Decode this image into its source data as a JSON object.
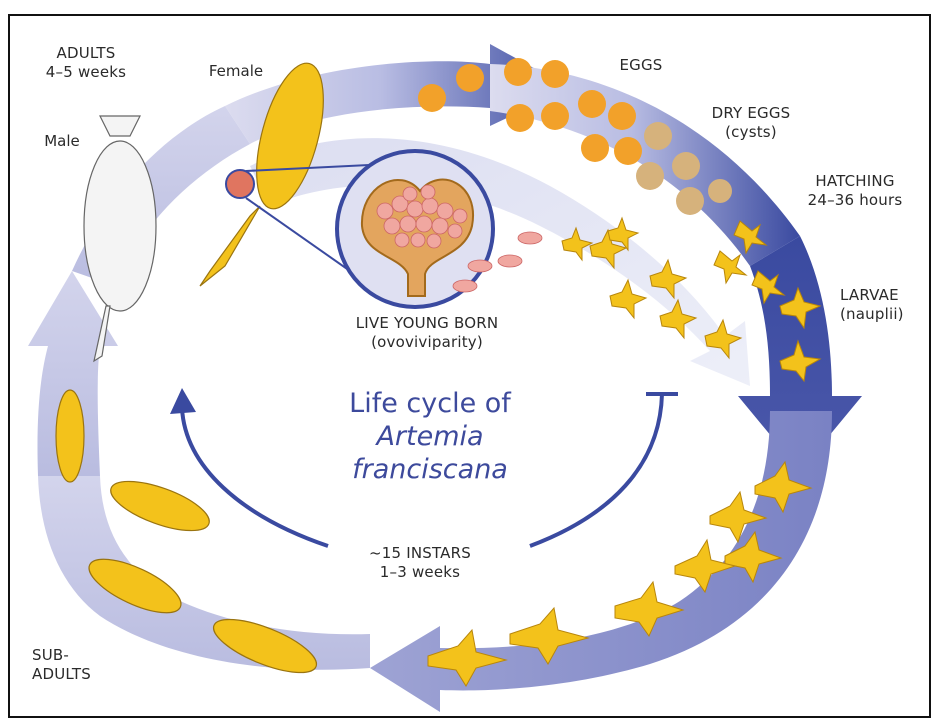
{
  "labels": {
    "adults": {
      "title": "ADULTS",
      "duration": "4–5 weeks"
    },
    "female": "Female",
    "male": "Male",
    "eggs": "EGGS",
    "dry_eggs": {
      "title": "DRY EGGS",
      "subtitle": "(cysts)"
    },
    "hatching": {
      "title": "HATCHING",
      "duration": "24–36 hours"
    },
    "larvae": {
      "title": "LARVAE",
      "subtitle": "(nauplii)"
    },
    "live_young": {
      "title": "LIVE YOUNG BORN",
      "subtitle": "(ovoviviparity)"
    },
    "instars": {
      "title": "~15 INSTARS",
      "duration": "1–3 weeks"
    },
    "sub_adults": {
      "line1": "SUB-",
      "line2": "ADULTS"
    }
  },
  "center_title": {
    "line1": "Life cycle of",
    "line2": "Artemia",
    "line3": "franciscana"
  },
  "colors": {
    "arrow_dark": "#3a4aa0",
    "arrow_light": "#c9c9e6",
    "animal_fill": "#f3c21b",
    "egg_orange": "#f2a12a",
    "egg_dry": "#d6b27c",
    "cluster_pink": "#f0a7a0",
    "text_blue": "#3d4a9c"
  }
}
